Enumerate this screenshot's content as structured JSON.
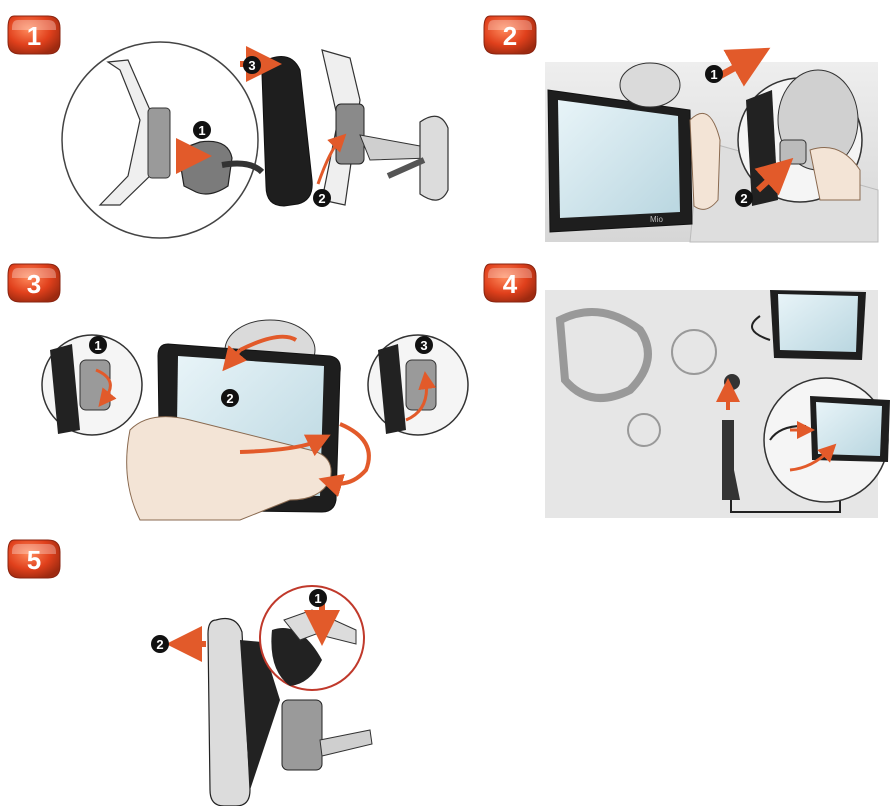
{
  "steps": [
    {
      "number": "1",
      "callouts": [
        "1",
        "3",
        "2"
      ]
    },
    {
      "number": "2",
      "callouts": [
        "1",
        "2"
      ]
    },
    {
      "number": "3",
      "callouts": [
        "1",
        "2",
        "3"
      ]
    },
    {
      "number": "4",
      "callouts": []
    },
    {
      "number": "5",
      "callouts": [
        "1",
        "2"
      ]
    }
  ],
  "device_brand": "Mio",
  "colors": {
    "badge": "#e0401c",
    "badge_dark": "#a82a10",
    "arrow": "#e25a2a",
    "callout": "#111111",
    "outline": "#333333",
    "screen": "#cfe6ee",
    "device_body": "#1e1e1e",
    "mount": "#d8d8d8",
    "photo_bg": "#e9e9e9",
    "skin": "#f3e4d6"
  },
  "icons": [
    "step-badge-icon",
    "number-callout-icon",
    "direction-arrow-icon",
    "rotate-arrow-icon",
    "magnifier-circle"
  ]
}
